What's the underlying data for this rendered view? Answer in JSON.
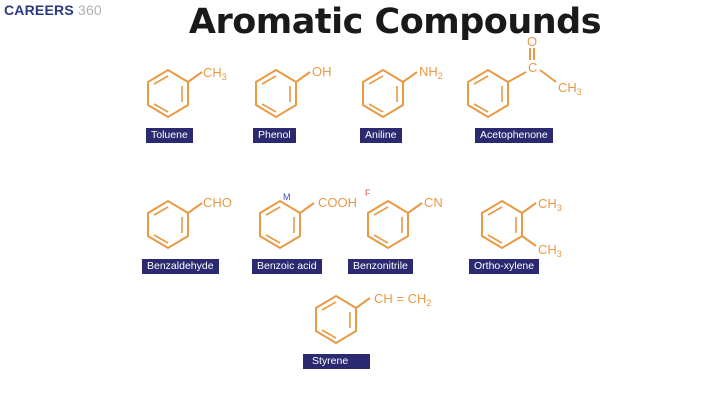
{
  "header": {
    "logo_brand": "CAREERS",
    "logo_number": "360",
    "title": "Aromatic Compounds"
  },
  "colors": {
    "structure": "#e89a45",
    "label_bg": "#2b2970",
    "label_text": "#ffffff",
    "title": "#1a1a1a",
    "logo_brand": "#2a3a82"
  },
  "compounds": [
    {
      "name": "Toluene",
      "substituent": "CH3"
    },
    {
      "name": "Phenol",
      "substituent": "OH"
    },
    {
      "name": "Aniline",
      "substituent": "NH2"
    },
    {
      "name": "Acetophenone",
      "substituent": "C(=O)CH3",
      "parts": {
        "o": "O",
        "c": "C",
        "ch3": "CH3"
      }
    },
    {
      "name": "Benzaldehyde",
      "substituent": "CHO"
    },
    {
      "name": "Benzoic acid",
      "substituent": "COOH",
      "mark": "M"
    },
    {
      "name": "Benzonitrile",
      "substituent": "CN",
      "mark": "F"
    },
    {
      "name": "Ortho-xylene",
      "substituent": "CH3, CH3",
      "parts": {
        "a": "CH3",
        "b": "CH3"
      }
    },
    {
      "name": "Styrene",
      "substituent": "CH = CH2"
    }
  ]
}
